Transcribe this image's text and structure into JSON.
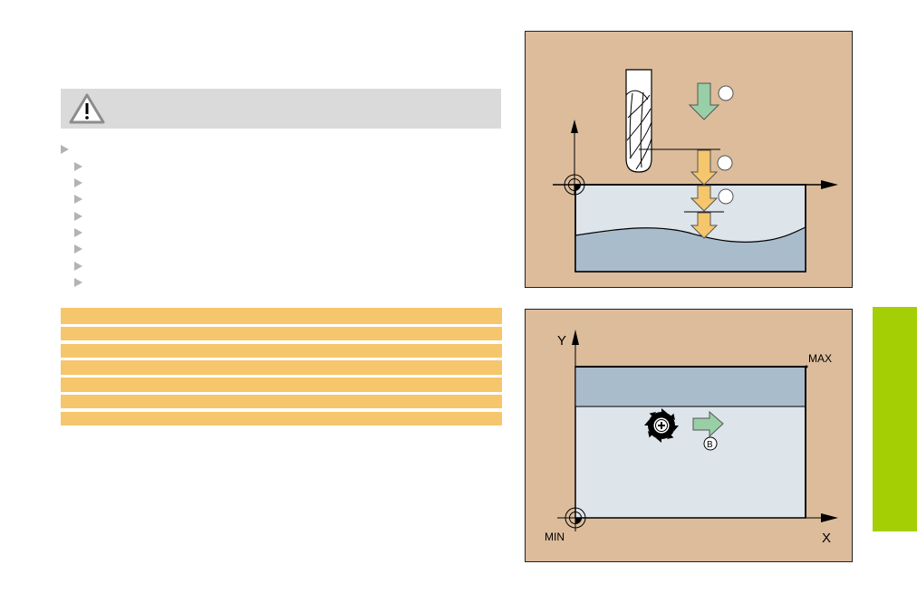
{
  "warning_box": {
    "icon": "warning-triangle-icon"
  },
  "bullet_list": {
    "top_level_count": 1,
    "sub_items_count": 8,
    "bullet_icon": "triangle-bullet-icon"
  },
  "highlight_rows": {
    "count": 7,
    "color": "#f6c66c"
  },
  "figure_top": {
    "background": "#dcbc9b",
    "workpiece_color": "#dde4ea",
    "material_color": "#a9bccb",
    "feed_arrow_color": "#98cfa7",
    "depth_arrow_color": "#f6c66c",
    "callouts": [
      "",
      "",
      ""
    ]
  },
  "figure_bottom": {
    "axis_y_label": "Y",
    "axis_x_label": "X",
    "max_label": "MAX",
    "min_label": "MIN",
    "callout_label": "B"
  },
  "side_tab": {
    "color": "#a3cf04"
  }
}
